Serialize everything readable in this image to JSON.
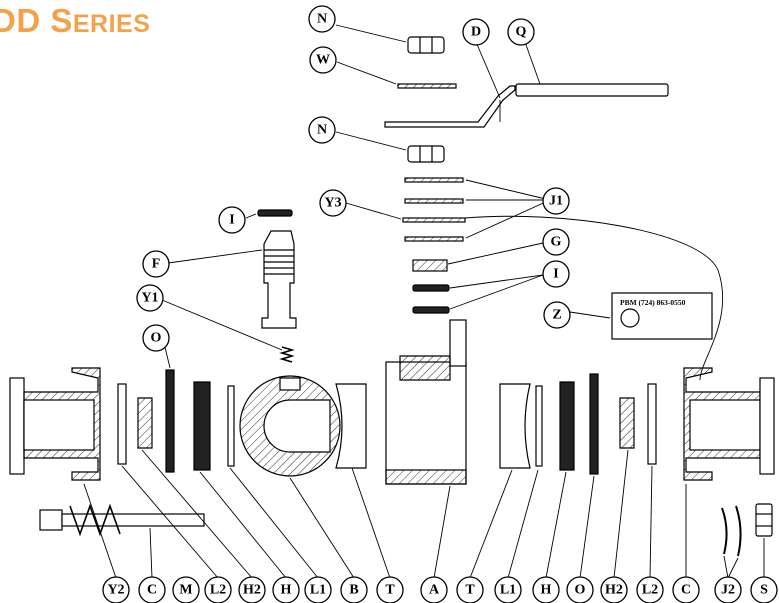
{
  "title": {
    "lead": "D",
    "rest": "D S",
    "small": "ERIES"
  },
  "nameplate_text": "PBM (724) 863-0550",
  "colors": {
    "title": "#f4a24a",
    "line": "#000000",
    "fill": "#ffffff",
    "dark": "#222222"
  },
  "callouts": {
    "N_top": "N",
    "W": "W",
    "D": "D",
    "Q": "Q",
    "N_mid": "N",
    "Y3": "Y3",
    "J1": "J1",
    "G": "G",
    "I_right": "I",
    "I_left": "I",
    "F": "F",
    "Y1": "Y1",
    "O_top": "O",
    "Z": "Z",
    "bottom": [
      "Y2",
      "C",
      "M",
      "L2",
      "H2",
      "H",
      "L1",
      "B",
      "T",
      "A",
      "T",
      "L1",
      "H",
      "O",
      "H2",
      "L2",
      "C",
      "J2",
      "S"
    ]
  }
}
